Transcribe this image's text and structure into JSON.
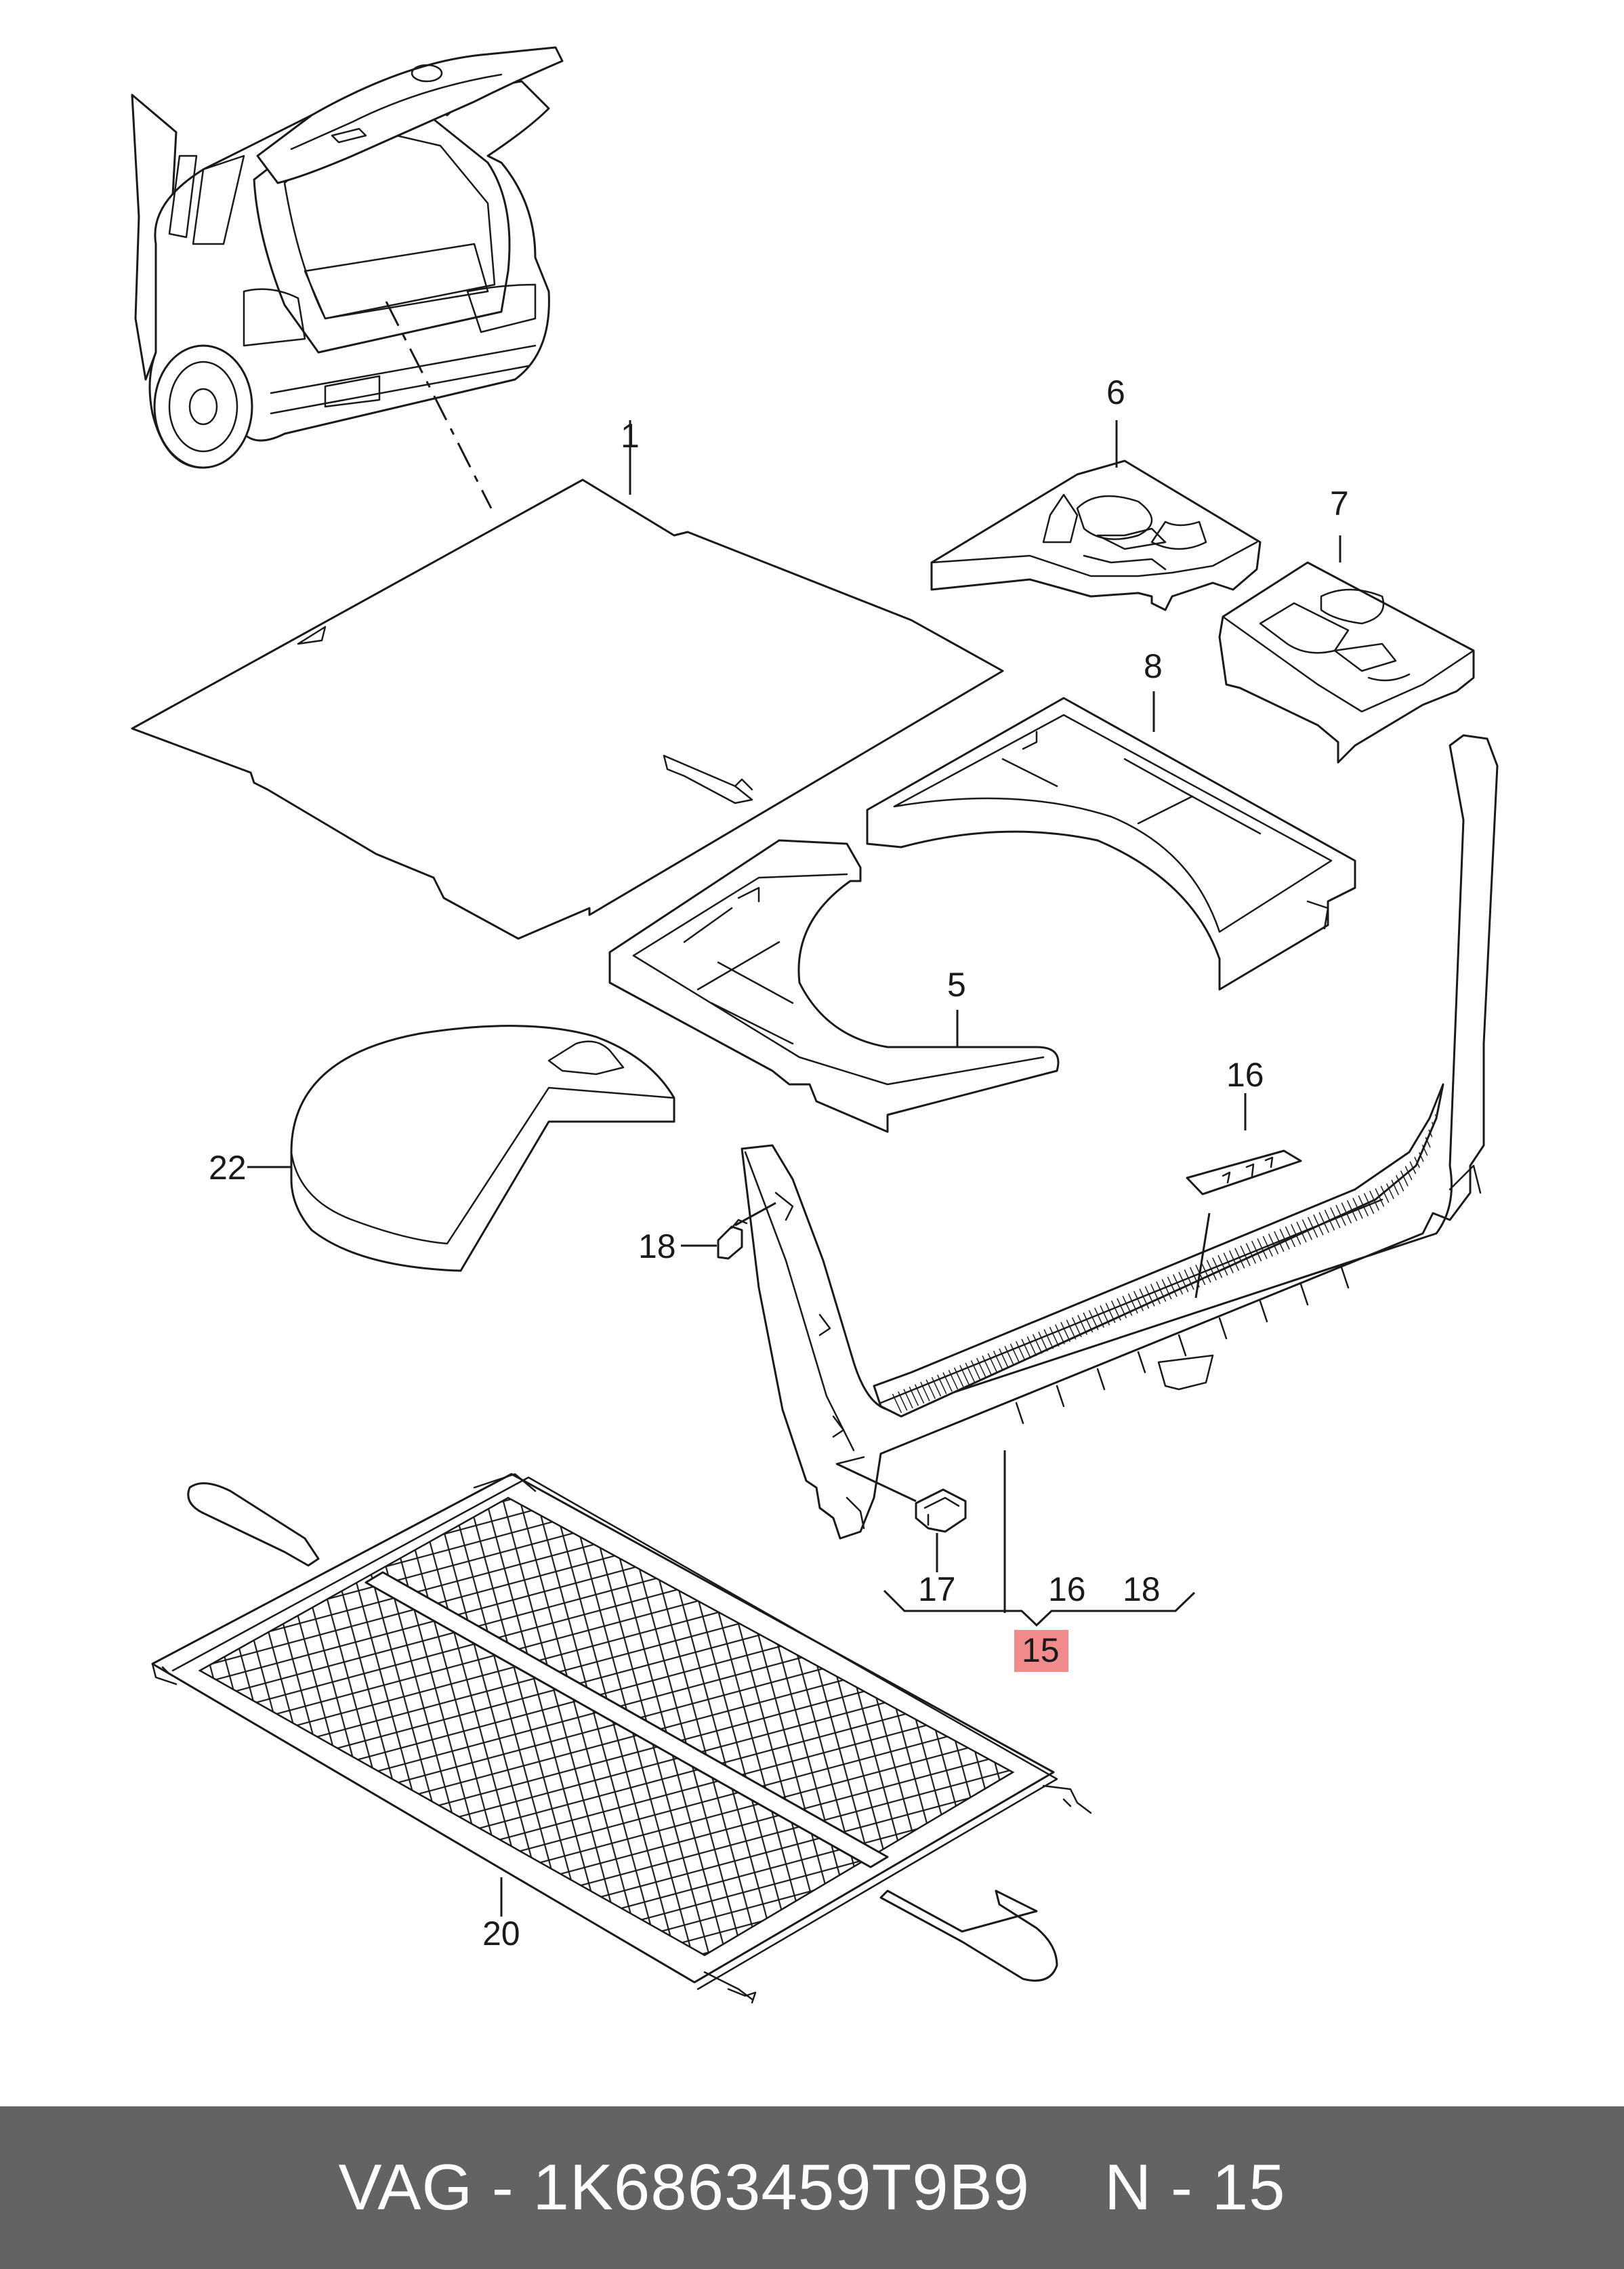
{
  "diagram": {
    "highlight_color": "#f28b8b",
    "labels": {
      "p1": "1",
      "p5": "5",
      "p6": "6",
      "p7": "7",
      "p8": "8",
      "p15": "15",
      "p16_top": "16",
      "p16_group": "16",
      "p17": "17",
      "p18_left": "18",
      "p18_group": "18",
      "p20": "20",
      "p22": "22"
    }
  },
  "footer": {
    "brand": "VAG",
    "separator": "-",
    "part_number": "1K6863459T9B9",
    "position": "N - 15",
    "background": "#636363"
  }
}
